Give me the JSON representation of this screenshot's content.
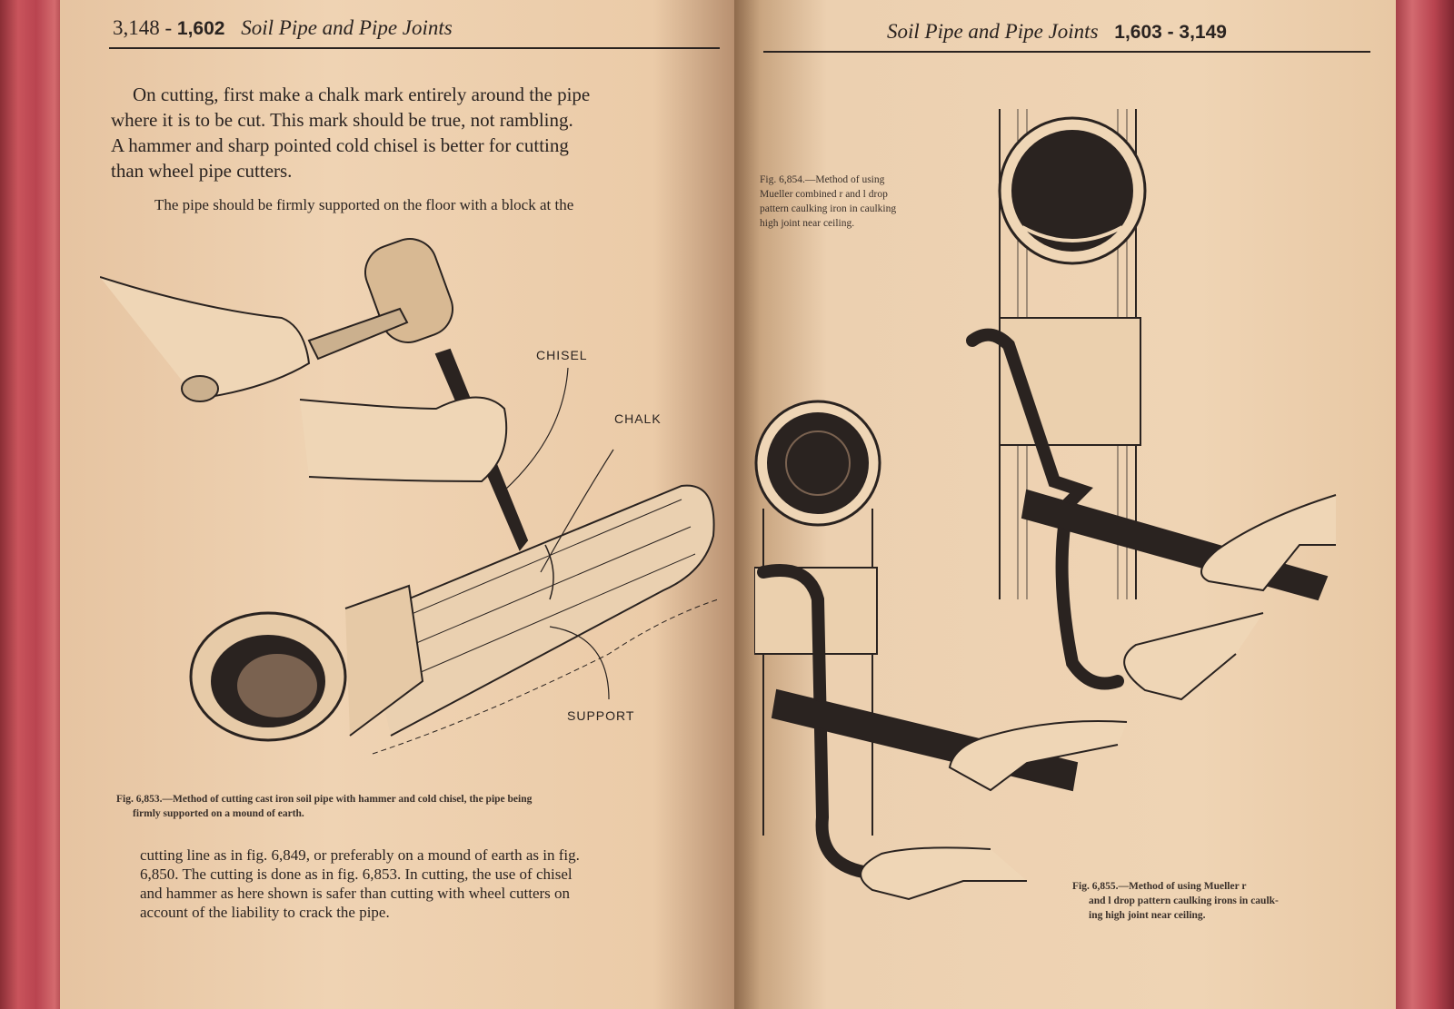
{
  "left_page": {
    "header": {
      "page_numbers_left": "3,148 -",
      "page_numbers_bold": "1,602",
      "title": "Soil Pipe and Pipe Joints"
    },
    "paragraph_1": [
      "On cutting, first make a chalk mark entirely around the pipe",
      "where it is to be cut.  This mark should be true, not rambling.",
      "A hammer and sharp pointed cold chisel is better for cutting",
      "than wheel pipe cutters."
    ],
    "paragraph_2": "The pipe should be firmly supported on the floor with a block at the",
    "figure": {
      "labels": {
        "chisel": "CHISEL",
        "chalk": "CHALK",
        "support": "SUPPORT"
      },
      "caption": [
        "Fig. 6,853.—Method of cutting cast iron soil pipe with hammer and cold chisel, the pipe being",
        "firmly supported on a mound of earth."
      ]
    },
    "paragraph_3": [
      "cutting line as in fig. 6,849, or preferably on a mound of earth as in fig.",
      "6,850.  The cutting is done as in fig. 6,853.  In cutting, the use of chisel",
      "and hammer as here shown is safer than cutting with wheel cutters on",
      "account of the liability to crack the pipe."
    ]
  },
  "right_page": {
    "header": {
      "title": "Soil Pipe and Pipe Joints",
      "page_numbers_bold": "1,603",
      "page_numbers_right": "- 3,149"
    },
    "caption_6854": [
      "Fig. 6,854.—Method of using",
      "Mueller combined r and l drop",
      "pattern caulking iron in caulking",
      "high joint near ceiling."
    ],
    "caption_6855": [
      "Fig. 6,855.—Method of using Mueller r",
      "and l drop pattern caulking irons in caulk-",
      "ing high joint near ceiling."
    ]
  }
}
